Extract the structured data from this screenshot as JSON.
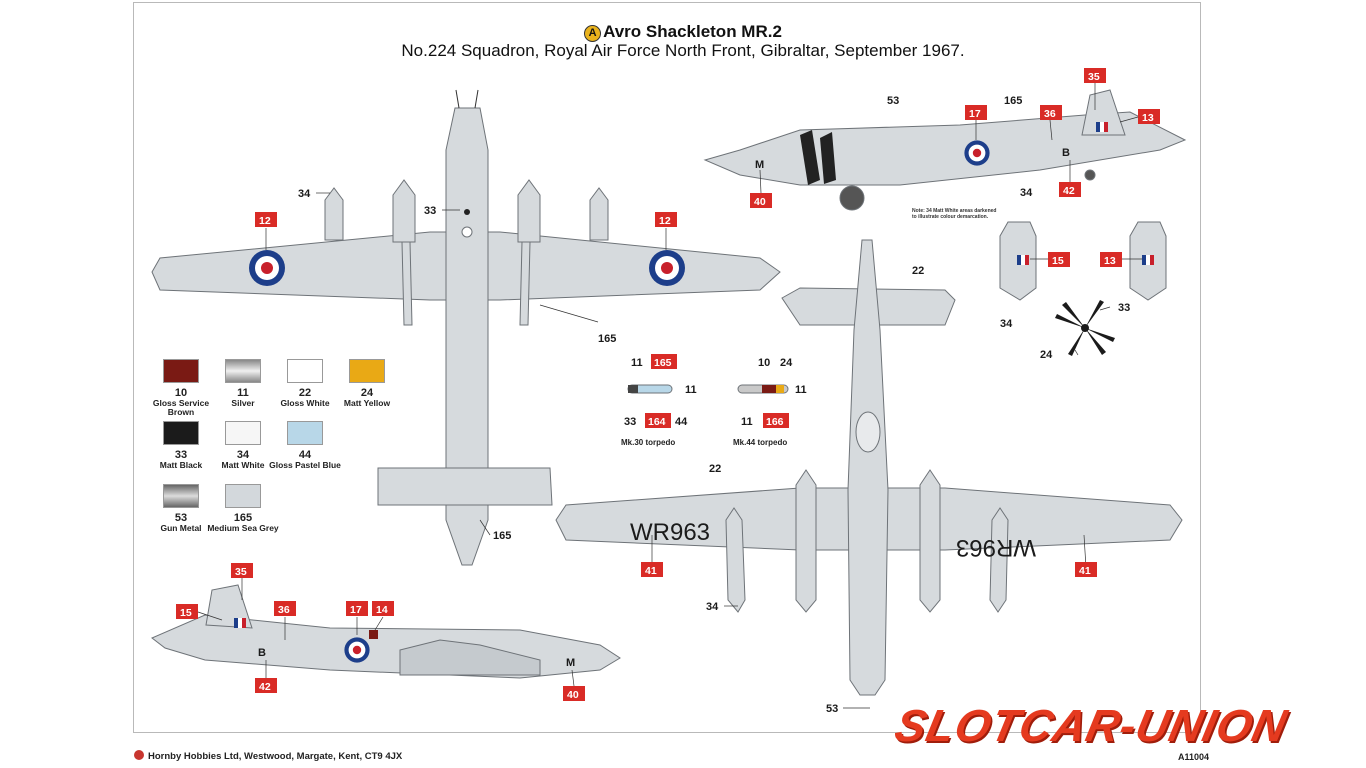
{
  "header": {
    "badge": "A",
    "title": "Avro Shackleton MR.2",
    "subtitle": "No.224 Squadron, Royal Air Force North Front, Gibraltar, September 1967."
  },
  "palette": [
    {
      "num": "10",
      "name": "Gloss Service Brown",
      "color": "#7a1a14"
    },
    {
      "num": "11",
      "name": "Silver",
      "color": "#c9c9c9"
    },
    {
      "num": "22",
      "name": "Gloss White",
      "color": "#ffffff"
    },
    {
      "num": "24",
      "name": "Matt Yellow",
      "color": "#e9a915"
    },
    {
      "num": "33",
      "name": "Matt Black",
      "color": "#1b1b1b"
    },
    {
      "num": "34",
      "name": "Matt White",
      "color": "#f6f6f6"
    },
    {
      "num": "44",
      "name": "Gloss Pastel Blue",
      "color": "#b8d7e8"
    },
    {
      "num": "53",
      "name": "Gun Metal",
      "color": "#9a9a9a"
    },
    {
      "num": "165",
      "name": "Medium Sea Grey",
      "color": "#d3d8dc"
    }
  ],
  "torpedoes": {
    "mk30": "Mk.30 torpedo",
    "mk44": "Mk.44 torpedo"
  },
  "note": "Note: 34 Matt White areas darkened to illustrate colour demarcation.",
  "serial": "WR963",
  "code_letters": {
    "front": "M",
    "rear": "B"
  },
  "footer": {
    "publisher": "Hornby Hobbies Ltd, Westwood, Margate, Kent, CT9 4JX",
    "code": "A11004"
  },
  "watermark": "SLOTCAR-UNION",
  "colors": {
    "decal_tag": "#d92b26",
    "roundel_blue": "#1d3e8a",
    "roundel_red": "#c8202b",
    "airframe": "#d6dadd",
    "outline": "#6e7378"
  }
}
